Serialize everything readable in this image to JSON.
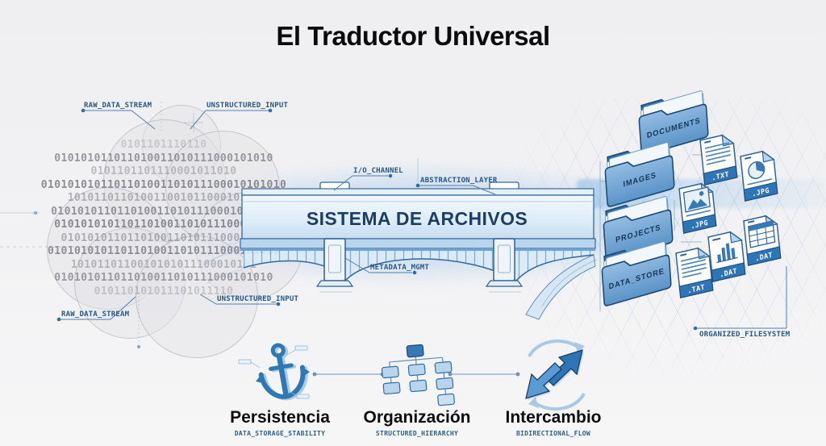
{
  "title": "El Traductor Universal",
  "cloud": {
    "labels": {
      "raw_top": "RAW_DATA_STREAM",
      "unstructured_top": "UNSTRUCTURED_INPUT",
      "unstructured_bottom": "UNSTRUCTURED_INPUT",
      "raw_bottom": "RAW_DATA_STREAM"
    },
    "binary_rows": [
      "0101101110110",
      "010101011011010011010111000101010",
      "0101101101110001011010",
      "0101010101101101001101011100010101010",
      "10101101101001100101100010101",
      "0101010110110100110101110001010101",
      "010101010110110100110101110001010",
      "0101010110110100110101110001010",
      "01010101011011010011010111000101010",
      "1010110110010101011100010101",
      "010101011011010011010111000101010",
      "010110101011101011110"
    ]
  },
  "bridge": {
    "title": "SISTEMA DE ARCHIVOS",
    "labels": {
      "io_channel": "I/O_CHANNEL",
      "abstraction_layer": "ABSTRACTION_LAYER",
      "metadata_mgmt": "METADATA_MGMT"
    }
  },
  "filesystem": {
    "folders": [
      "DOCUMENTS",
      "IMAGES",
      "PROJECTS",
      "DATA_STORE"
    ],
    "files": [
      ".TXT",
      ".JPG",
      ".JPG",
      ".DAT",
      ".DAT",
      ".TAT"
    ],
    "label": "ORGANIZED_FILESYSTEM"
  },
  "concepts": [
    {
      "title": "Persistencia",
      "subtitle": "DATA_STORAGE_STABILITY",
      "icon": "anchor-icon"
    },
    {
      "title": "Organización",
      "subtitle": "STRUCTURED_HIERARCHY",
      "icon": "hierarchy-icon"
    },
    {
      "title": "Intercambio",
      "subtitle": "BIDIRECTIONAL_FLOW",
      "icon": "exchange-arrows-icon"
    }
  ],
  "colors": {
    "accent_blue": "#2e75b6",
    "label_blue": "#27588a",
    "glow_blue": "#74b0e4",
    "ink": "#0b0b0d"
  }
}
